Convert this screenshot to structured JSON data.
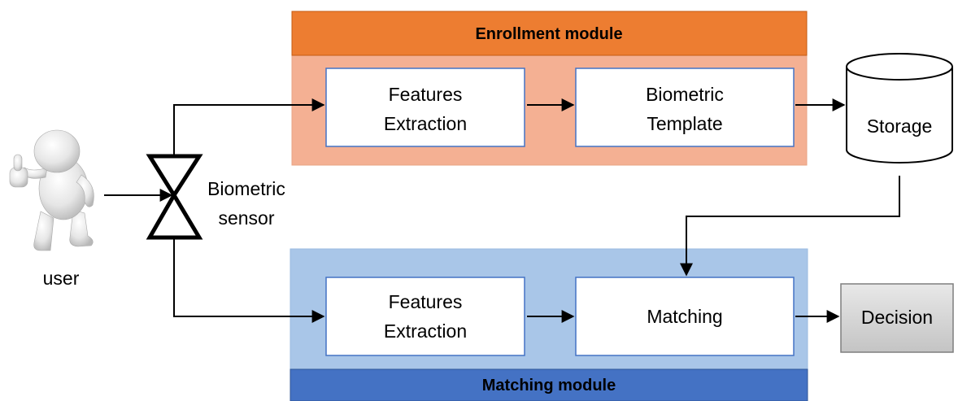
{
  "enrollment": {
    "header": "Enrollment module",
    "features_line1": "Features",
    "features_line2": "Extraction",
    "template_line1": "Biometric",
    "template_line2": "Template"
  },
  "storage": {
    "label": "Storage"
  },
  "user": {
    "label": "user"
  },
  "sensor": {
    "line1": "Biometric",
    "line2": "sensor"
  },
  "matching": {
    "header": "Matching module",
    "features_line1": "Features",
    "features_line2": "Extraction",
    "matching_label": "Matching"
  },
  "decision": {
    "label": "Decision"
  },
  "colors": {
    "enrollment_header": "#ed7d31",
    "enrollment_body": "#f4b093",
    "matching_header": "#4472c4",
    "matching_body": "#a9c6e8",
    "decision_fill": "#d0d0d0"
  },
  "icons": {
    "user": "thumbs-up-person-icon",
    "sensor": "hourglass-sensor-icon",
    "storage": "cylinder-storage-icon"
  }
}
